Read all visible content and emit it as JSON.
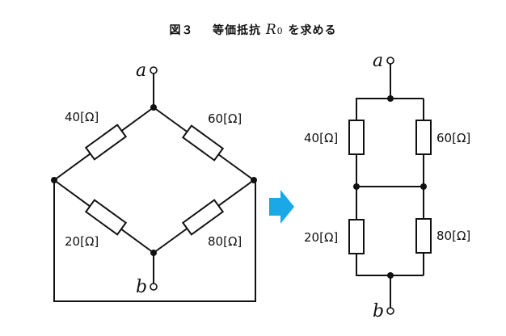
{
  "title": {
    "figure": "図３",
    "text": "等価抵抗",
    "symbol": "R",
    "subscript": "0",
    "suffix": "を求める"
  },
  "terminals": {
    "a": "a",
    "b": "b"
  },
  "left_circuit": {
    "resistors": {
      "top_left": "40[Ω]",
      "top_right": "60[Ω]",
      "bottom_left": "20[Ω]",
      "bottom_right": "80[Ω]"
    }
  },
  "right_circuit": {
    "resistors": {
      "upper_left": "40[Ω]",
      "upper_right": "60[Ω]",
      "lower_left": "20[Ω]",
      "lower_right": "80[Ω]"
    }
  },
  "arrow": {
    "icon": "right-arrow-icon",
    "color": "#1aa9e6"
  }
}
